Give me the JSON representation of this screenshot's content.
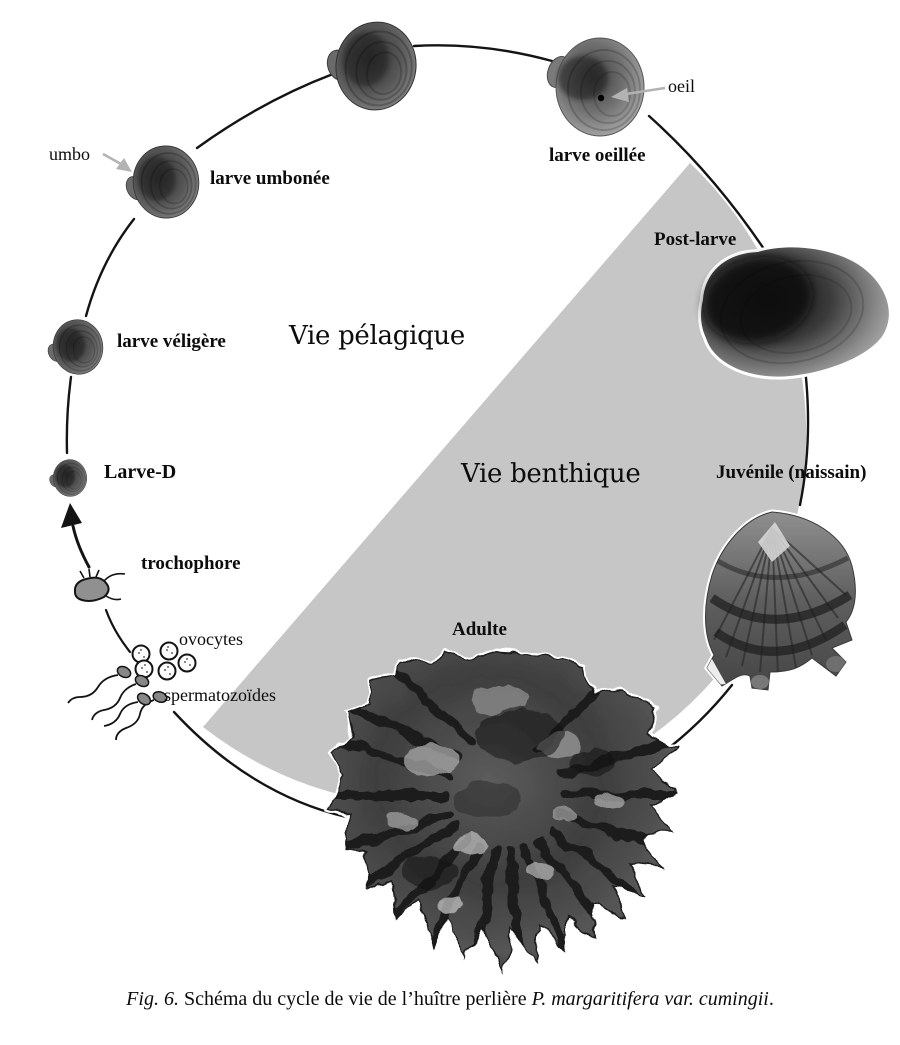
{
  "colors": {
    "benthic_zone_fill": "#c6c6c6",
    "annotation_arrow": "#b3b3b3",
    "outline": "#141414"
  },
  "zones": {
    "pelagic_label": "Vie pélagique",
    "benthic_label": "Vie benthique"
  },
  "stages": {
    "larve_umbonee": "larve umbonée",
    "larve_oeillee": "larve oeillée",
    "post_larve": "Post-larve",
    "juvenile": "Juvénile (naissain)",
    "adulte": "Adulte",
    "larve_veligere": "larve véligère",
    "larve_d": "Larve-D",
    "trochophore": "trochophore",
    "ovocytes": "ovocytes",
    "spermatozoides": "spermatozoïdes"
  },
  "annotations": {
    "umbo": "umbo",
    "oeil": "oeil"
  },
  "caption": {
    "fig_label": "Fig. 6.",
    "body": " Schéma du cycle de vie de l’huître perlière ",
    "species_italic": "P. margaritifera var. cumingii",
    "terminal": "."
  }
}
